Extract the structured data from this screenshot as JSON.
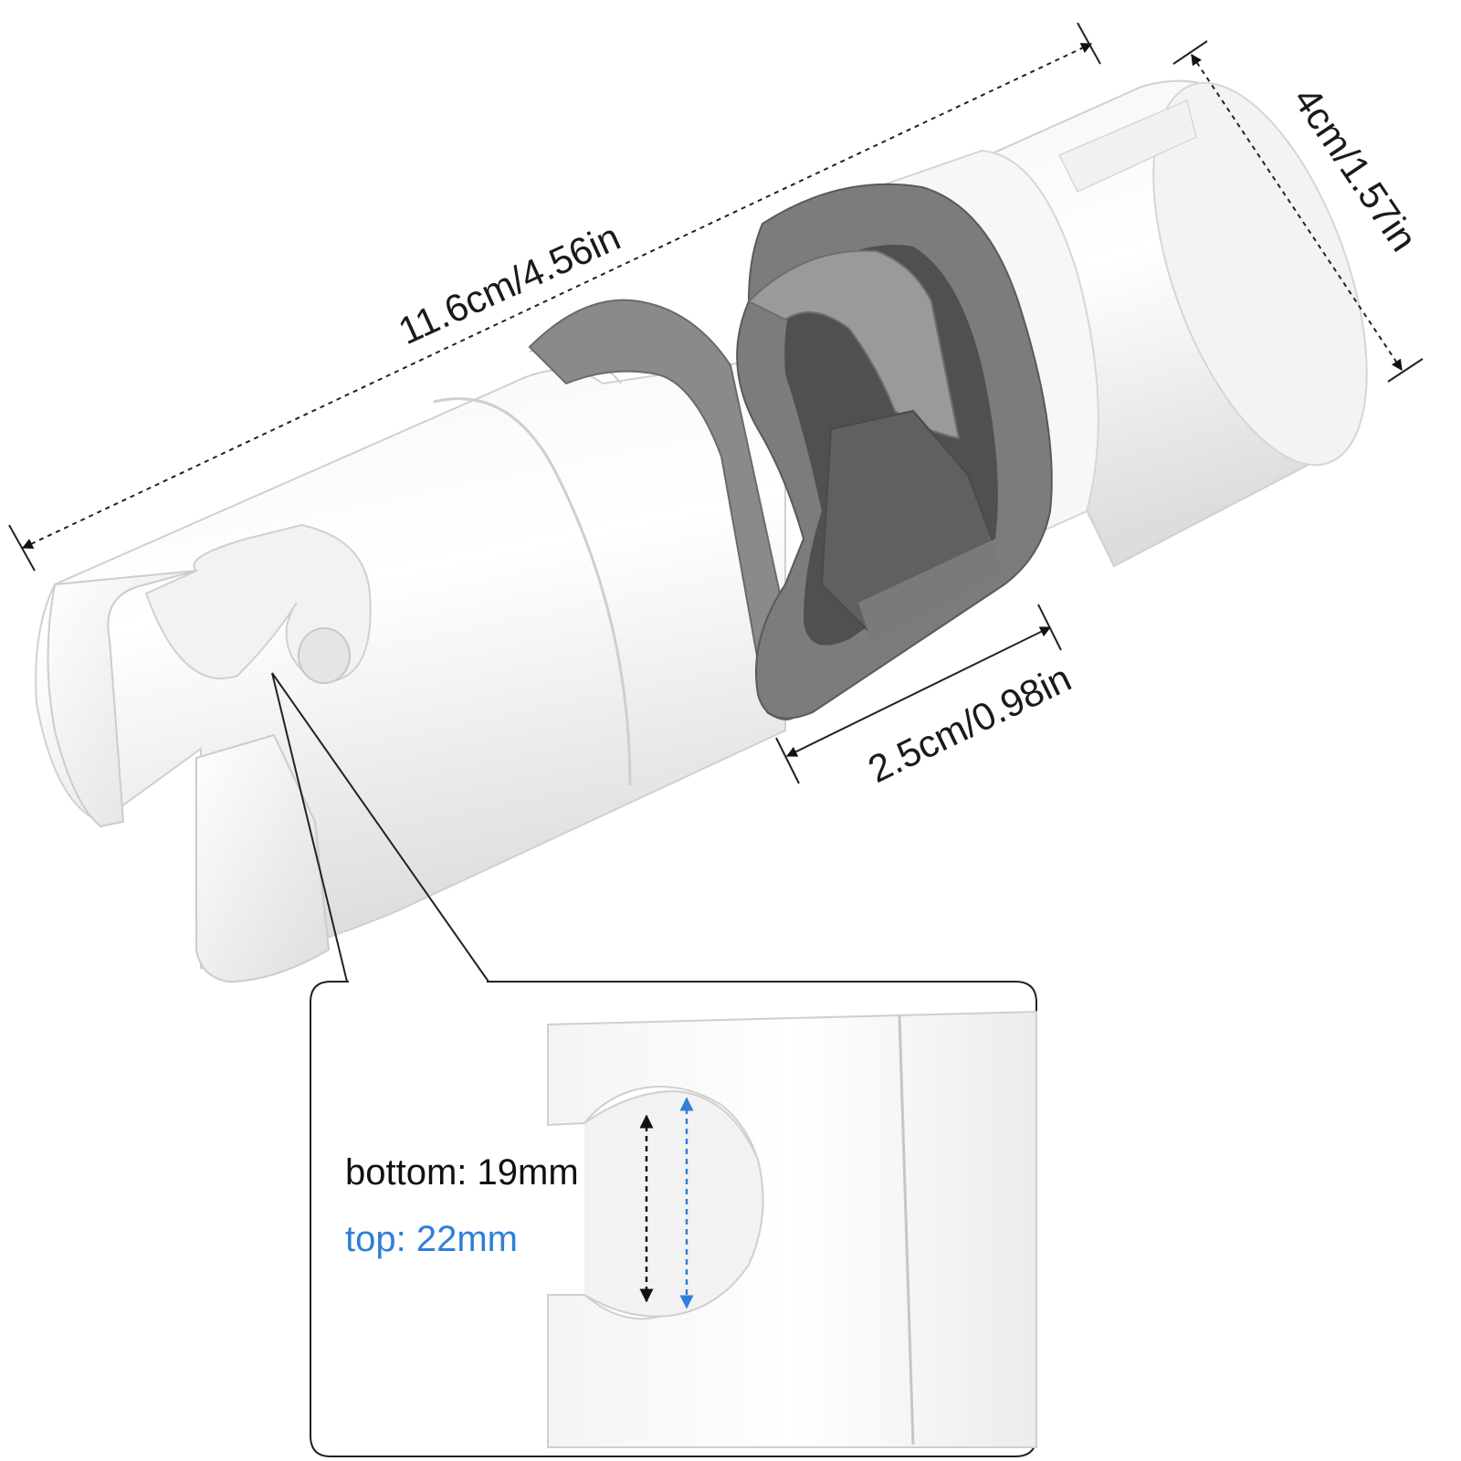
{
  "dimensions": {
    "length": "11.6cm/4.56in",
    "diameter": "4cm/1.57in",
    "opening": "2.5cm/0.98in"
  },
  "callout": {
    "bottom_label": "bottom: 19mm",
    "top_label": "top: 22mm"
  },
  "colors": {
    "body": "#ffffff",
    "body_shade": "#e6e6e6",
    "gray_clamp": "#7a7a7a",
    "gray_dark": "#555555",
    "black_arrow": "#111111",
    "blue_arrow": "#2f7fd8",
    "top_text": "#2f7fd8"
  }
}
